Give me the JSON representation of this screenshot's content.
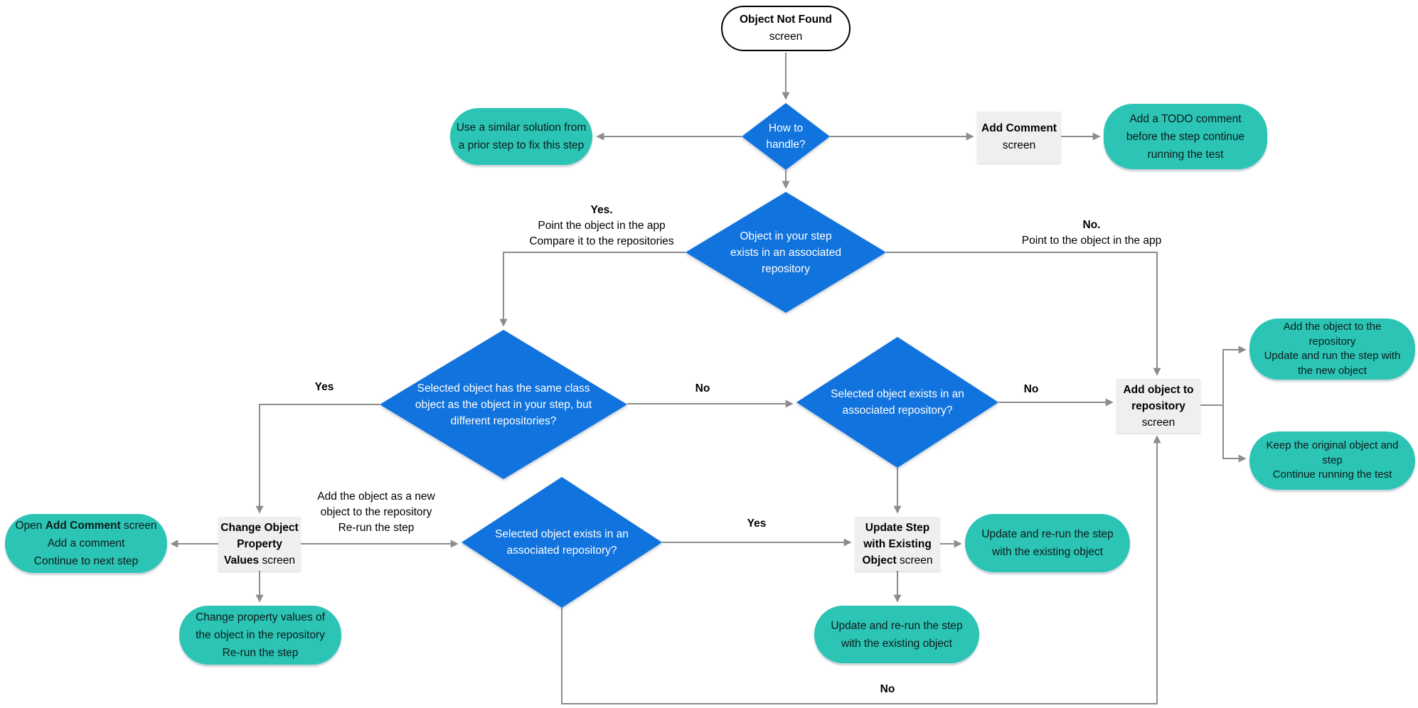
{
  "colors": {
    "diamond_fill": "#1173DD",
    "diamond_text": "#FFFFFF",
    "result_fill": "#2CC4B5",
    "screen_fill": "#EEEFF0",
    "connector": "#8C8C8C",
    "terminator_border": "#000000"
  },
  "nodes": {
    "start": {
      "title": "Object Not Found",
      "subtitle": "screen"
    },
    "how_to_handle": {
      "l1": "How to",
      "l2": "handle?"
    },
    "use_similar": {
      "l1": "Use a similar solution from",
      "l2": "a prior step to fix this step"
    },
    "add_comment": {
      "title": "Add Comment",
      "subtitle": "screen"
    },
    "todo_comment": {
      "l1": "Add a TODO comment",
      "l2": "before the step continue",
      "l3": "running the test"
    },
    "object_in_step": {
      "l1": "Object in your step",
      "l2": "exists in an associated",
      "l3": "repository"
    },
    "same_class": {
      "l1": "Selected object has the same class",
      "l2": "object as the object in your step, but",
      "l3": "different repositories?"
    },
    "exists_mid": {
      "l1": "Selected object exists in an",
      "l2": "associated repository?"
    },
    "add_to_repo": {
      "b1": "Add object to",
      "b2": "repository",
      "subtitle": "screen"
    },
    "add_new_object": {
      "l1": "Add the object to the",
      "l2": "repository",
      "l3": "Update and run the step with",
      "l4": "the new object"
    },
    "keep_original": {
      "l1": "Keep the original object and",
      "l2": "step",
      "l3": "Continue running the test"
    },
    "change_object": {
      "b1": "Change Object",
      "b2": "Property",
      "b3": "Values",
      "subtitle": " screen"
    },
    "open_add_comment": {
      "pre": "Open ",
      "bold": "Add Comment",
      "post": " screen",
      "l2": "Add a comment",
      "l3": "Continue to next step"
    },
    "change_property": {
      "l1": "Change property values of",
      "l2": "the object in the repository",
      "l3": "Re-run the step"
    },
    "exists_bottom": {
      "l1": "Selected object exists in an",
      "l2": "associated repository?"
    },
    "update_step": {
      "b1": "Update Step",
      "b2": "with Existing",
      "b3": "Object",
      "subtitle": " screen"
    },
    "update_rerun_right": {
      "l1": "Update and re-run the step",
      "l2": "with the existing object"
    },
    "update_rerun_below": {
      "l1": "Update and re-run the step",
      "l2": "with the existing object"
    }
  },
  "labels": {
    "yes_detail": {
      "title": "Yes.",
      "l1": "Point the object in the app",
      "l2": "Compare it to the repositories"
    },
    "no_detail": {
      "title": "No.",
      "l1": "Point to the object in the app"
    },
    "yes_left": "Yes",
    "no_after_same_class": "No",
    "no_after_exists_mid": "No",
    "add_as_new": {
      "l1": "Add the object as a new",
      "l2": "object to the repository",
      "l3": "Re-run the step"
    },
    "yes_bottom": "Yes",
    "no_bottom": "No"
  }
}
